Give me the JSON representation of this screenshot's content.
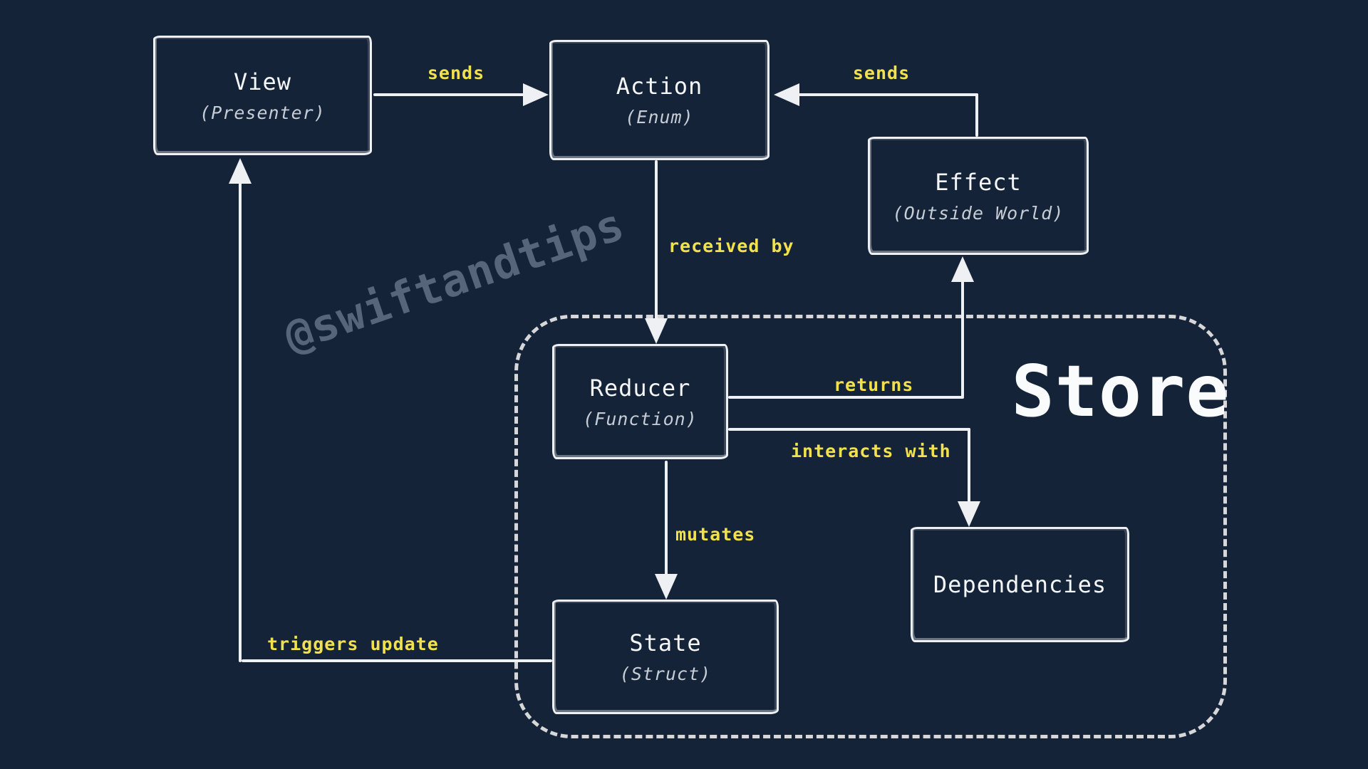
{
  "canvas": {
    "background_color": "#142338",
    "stroke_color": "#eef0f3",
    "label_color": "#f2e14d",
    "subtitle_color": "#c7cdd6",
    "dash_color": "#d7d7da",
    "watermark_color": "#5a697d"
  },
  "watermark": "@swiftandtips",
  "store": {
    "label": "Store"
  },
  "nodes": [
    {
      "id": "view",
      "title": "View",
      "subtitle": "(Presenter)"
    },
    {
      "id": "action",
      "title": "Action",
      "subtitle": "(Enum)"
    },
    {
      "id": "effect",
      "title": "Effect",
      "subtitle": "(Outside World)"
    },
    {
      "id": "reducer",
      "title": "Reducer",
      "subtitle": "(Function)"
    },
    {
      "id": "dependencies",
      "title": "Dependencies",
      "subtitle": ""
    },
    {
      "id": "state",
      "title": "State",
      "subtitle": "(Struct)"
    }
  ],
  "edges": [
    {
      "id": "view-action",
      "label": "sends"
    },
    {
      "id": "effect-action",
      "label": "sends"
    },
    {
      "id": "action-reducer",
      "label": "received by"
    },
    {
      "id": "reducer-effect",
      "label": "returns"
    },
    {
      "id": "reducer-dependencies",
      "label": "interacts with"
    },
    {
      "id": "reducer-state",
      "label": "mutates"
    },
    {
      "id": "state-view",
      "label": "triggers update"
    }
  ]
}
